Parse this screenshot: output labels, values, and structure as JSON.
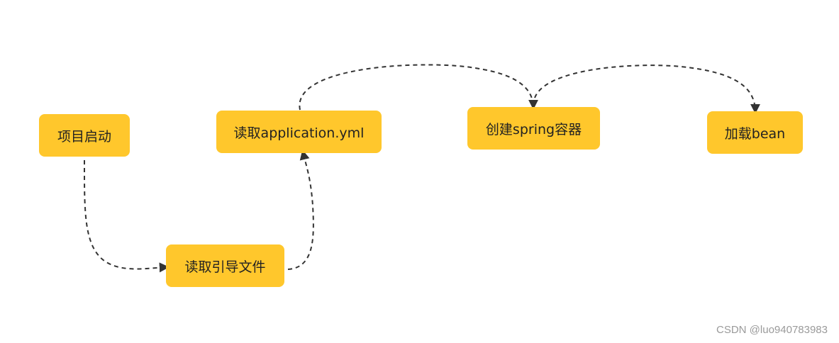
{
  "diagram": {
    "nodes": {
      "start": "项目启动",
      "boot": "读取引导文件",
      "yml": "读取application.yml",
      "spring": "创建spring容器",
      "bean": "加载bean"
    },
    "colors": {
      "node_fill": "#FFC72C",
      "node_text": "#222222",
      "edge": "#333333"
    }
  },
  "watermark": "CSDN @luo940783983"
}
